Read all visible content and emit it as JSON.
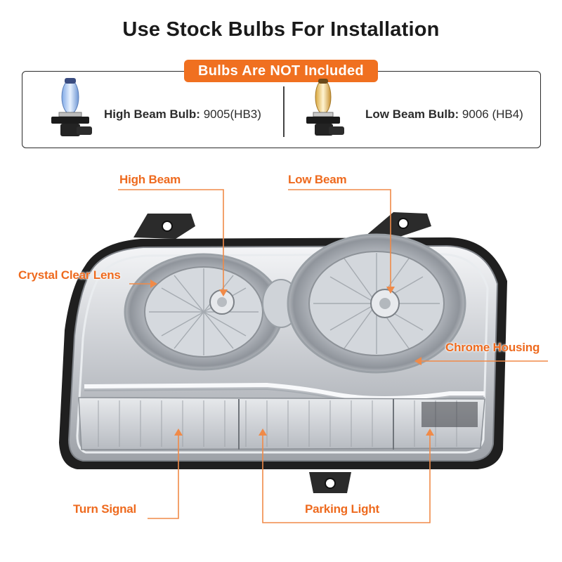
{
  "title": "Use Stock Bulbs For Installation",
  "badge": "Bulbs Are NOT Included",
  "high_beam_bulb": {
    "label": "High Beam Bulb:",
    "value": "9005(HB3)"
  },
  "low_beam_bulb": {
    "label": "Low Beam Bulb:",
    "value": "9006 (HB4)"
  },
  "callouts": {
    "high_beam": "High Beam",
    "low_beam": "Low Beam",
    "crystal_clear_lens": "Crystal Clear Lens",
    "chrome_housing": "Chrome Housing",
    "turn_signal": "Turn Signal",
    "parking_light": "Parking Light"
  },
  "colors": {
    "accent": "#f07020",
    "callout_text": "#ee6a1e",
    "callout_line": "#f08a48",
    "frame": "#2a2a2a"
  },
  "icons": [
    "halogen-bulb-hb3-icon",
    "halogen-bulb-hb4-icon",
    "headlight-assembly"
  ]
}
